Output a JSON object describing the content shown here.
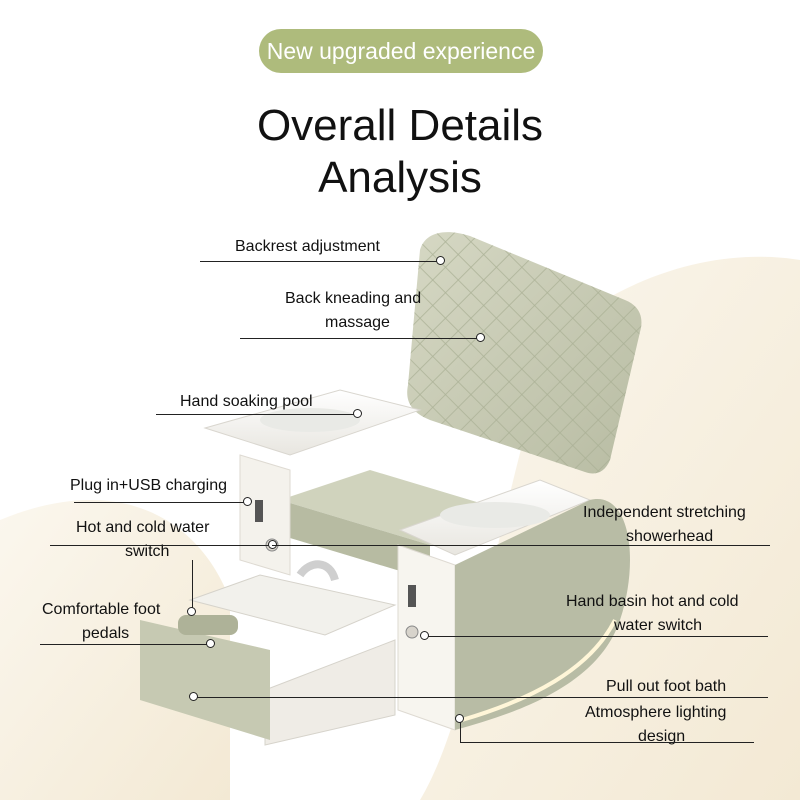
{
  "badge": "New upgraded experience",
  "title_line1": "Overall Details",
  "title_line2": "Analysis",
  "labels": {
    "backrest": "Backrest adjustment",
    "kneading_1": "Back kneading and",
    "kneading_2": "massage",
    "hand_pool": "Hand soaking pool",
    "plug_usb": "Plug in+USB charging",
    "hot_cold_1": "Hot and cold water",
    "hot_cold_2": "switch",
    "foot_pedals_1": "Comfortable foot",
    "foot_pedals_2": "pedals",
    "shower_1": "Independent stretching",
    "shower_2": "showerhead",
    "basin_1": "Hand basin hot and cold",
    "basin_2": "water switch",
    "foot_bath": "Pull out foot bath",
    "lighting_1": "Atmosphere lighting",
    "lighting_2": "design"
  },
  "colors": {
    "badge_bg": "#aebb7c",
    "backdrop": "#f7eedc",
    "chair_upholstery": "#c9ccb5",
    "chair_shell": "#f6f3ec"
  }
}
